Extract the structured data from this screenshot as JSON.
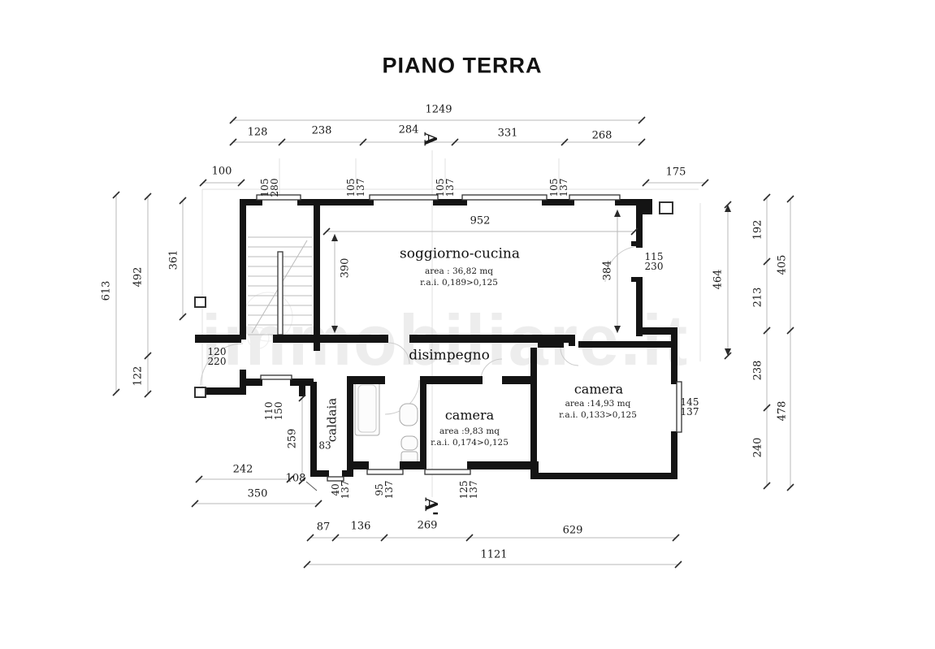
{
  "title": "PIANO TERRA",
  "watermark": "immobiliare.it",
  "markers": {
    "top": "A",
    "bottom": "A'"
  },
  "rooms": {
    "soggiorno": {
      "name": "soggiorno-cucina",
      "area": "area : 36,82 mq",
      "rai": "r.a.i. 0,189>0,125"
    },
    "disimpegno": {
      "name": "disimpegno"
    },
    "caldaia": {
      "name": "caldaia"
    },
    "camera_small": {
      "name": "camera",
      "area": "area :9,83 mq",
      "rai": "r.a.i. 0,174>0,125"
    },
    "camera_big": {
      "name": "camera",
      "area": "area :14,93 mq",
      "rai": "r.a.i. 0,133>0,125"
    }
  },
  "dims": {
    "top_total": "1249",
    "top_chain": {
      "s1": "128",
      "s2": "238",
      "s3": "284",
      "s4": "331",
      "s5": "268"
    },
    "left_top": "100",
    "right_top": "175",
    "soggiorno_width": "952",
    "soggiorno_height": "390",
    "soggiorno_height_right": "384",
    "right_gutter": "464",
    "right_chain": {
      "s1": "192",
      "s2": "213",
      "s3": "238",
      "s4": "240"
    },
    "right_outer": {
      "s1": "405",
      "s2": "478"
    },
    "left_outer": "613",
    "left_chain": {
      "s1": "492",
      "s2": "122"
    },
    "left_stair": "361",
    "porch_height": "259",
    "porch_width": "242",
    "porch_width_outer": "350",
    "caldaia_wall": "108",
    "caldaia_width": "83",
    "bottom_chain": {
      "s1": "87",
      "s2": "136",
      "s3": "269",
      "s4": "629"
    },
    "bottom_total": "1121"
  },
  "openings": {
    "stair_window": {
      "w": "105",
      "h": "280"
    },
    "top_window": {
      "w": "105",
      "h": "137"
    },
    "balcony_door": {
      "w": "115",
      "h": "230"
    },
    "entrance_door": {
      "w": "120",
      "h": "220"
    },
    "porch_window": {
      "w": "110",
      "h": "150"
    },
    "camera_big_window": {
      "w": "145",
      "h": "137"
    },
    "bath_window": {
      "w": "40",
      "h": "137"
    },
    "camera_small_window1": {
      "w": "95",
      "h": "137"
    },
    "camera_small_window2": {
      "w": "125",
      "h": "137"
    }
  }
}
